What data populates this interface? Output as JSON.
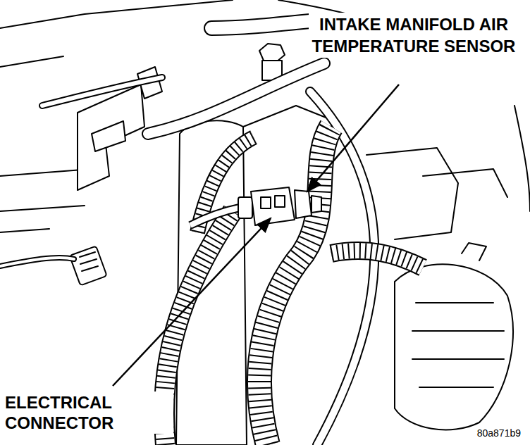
{
  "diagram": {
    "labels": [
      "INTAKE MANIFOLD AIR TEMPERATURE SENSOR",
      "ELECTRICAL CONNECTOR",
      "80a871b9"
    ]
  }
}
